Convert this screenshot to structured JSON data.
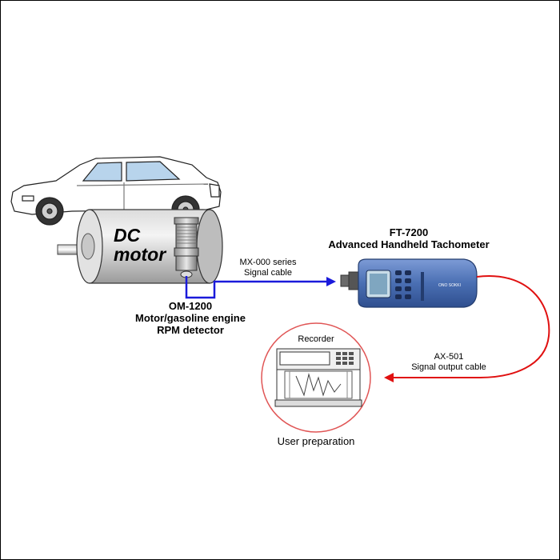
{
  "motor_label_line1": "DC",
  "motor_label_line2": "motor",
  "detector": {
    "model": "OM-1200",
    "line1": "Motor/gasoline engine",
    "line2": "RPM detector"
  },
  "signal_cable": {
    "line1": "MX-000 series",
    "line2": "Signal cable"
  },
  "tachometer": {
    "model": "FT-7200",
    "name": "Advanced Handheld Tachometer",
    "brand": "ONO SOKKI"
  },
  "output_cable": {
    "line1": "AX-501",
    "line2": "Signal output cable"
  },
  "recorder": {
    "label": "Recorder",
    "note": "User preparation"
  },
  "colors": {
    "signal_cable": "#1a1adb",
    "output_cable": "#e01010",
    "recorder_circle": "#e05555",
    "tacho_body": "#4a6fb3"
  }
}
